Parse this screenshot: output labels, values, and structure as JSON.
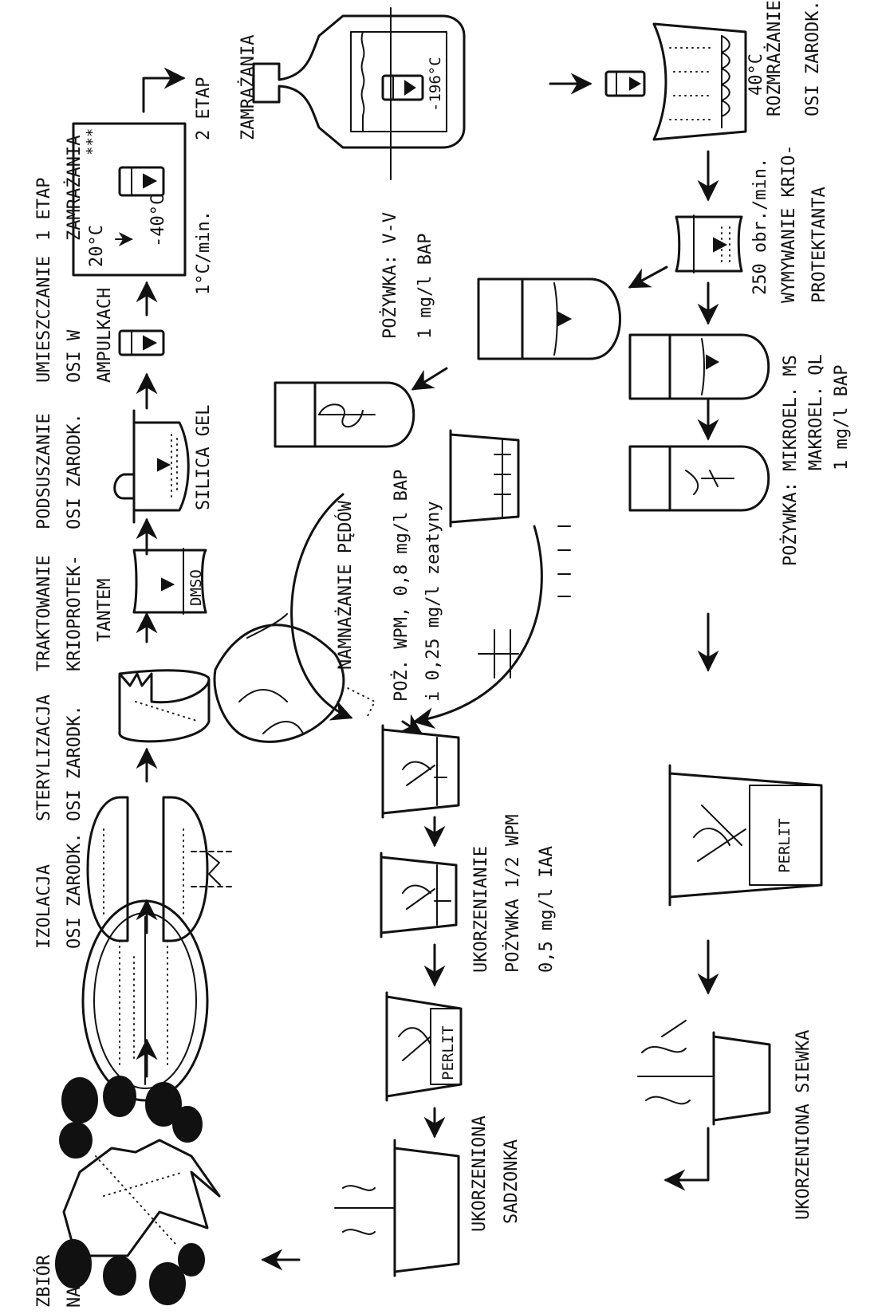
{
  "title": "",
  "labels": {
    "zbior_l1": "ZBIÓR",
    "zbior_l2": "NASION",
    "izolacja_l1": "IZOLACJA",
    "izolacja_l2": "OSI ZARODK.",
    "sterylizacja_l1": "STERYLIZACJA",
    "sterylizacja_l2": "OSI ZARODK.",
    "traktowanie_l1": "TRAKTOWANIE",
    "traktowanie_l2": "KRIOPROTEK-",
    "traktowanie_l3": "TANTEM",
    "podsuszanie_l1": "PODSUSZANIE",
    "podsuszanie_l2": "OSI ZARODK.",
    "umieszczanie_l1": "UMIESZCZANIE",
    "umieszczanie_l2": "OSI W",
    "umieszczanie_l3": "AMPULKACH",
    "etap1_l1": "1 ETAP",
    "etap1_l2": "ZAMRAŻANIA",
    "etap2_l1": "2 ETAP",
    "etap2_l2": "ZAMRAŻANIA",
    "dmso": "DMSO",
    "silica_gel": "SILICA GEL",
    "temp_20": "20°C",
    "temp_minus40": "-40°C",
    "rate": "1°C/min.",
    "temp_minus196": "-196°C",
    "temp_40": "40°C",
    "rozmrazanie_l1": "ROZMRAŻANIE",
    "rozmrazanie_l2": "OSI ZARODK.",
    "wymywanie_l1": "250 obr./min.",
    "wymywanie_l2": "WYMYWANIE KRIO-",
    "wymywanie_l3": "PROTEKTANTA",
    "pozywka_vv_l1": "POŻYWKA: V-V",
    "pozywka_vv_l2": "1 mg/l BAP",
    "pozywka_ms_l1": "POŻYWKA: MIKROEL. MS",
    "pozywka_ms_l2": "MAKROEL. QL",
    "pozywka_ms_l3": "1 mg/l BAP",
    "namnazanie": "NAMNAŻANIE PĘDÓW",
    "poz_wpm_l1": "POŻ. WPM, 0,8 mg/l BAP",
    "poz_wpm_l2": "i 0,25 mg/l zeatyny",
    "ukorz_l1": "UKORZENIANIE",
    "ukorz_l2": "POŻYWKA 1/2 WPM",
    "ukorz_l3": "0,5 mg/l IAA",
    "sadzonka_l1": "UKORZENIONA",
    "sadzonka_l2": "SADZONKA",
    "siewka": "UKORZENIONA SIEWKA",
    "perlit": "PERLIT",
    "stars": "***"
  },
  "icons": [
    "plant-with-fruits-icon",
    "melon-fruit-icon",
    "split-seed-icon",
    "embryo-axis-icon",
    "dmso-beaker-icon",
    "silica-gel-desiccator-icon",
    "ampoule-icon",
    "freezer-box-icon",
    "liquid-nitrogen-dewar-icon",
    "water-bath-icon",
    "shaking-beaker-icon",
    "test-tube-icon",
    "shoot-cluster-icon",
    "culture-jar-icon",
    "flower-pot-icon"
  ]
}
